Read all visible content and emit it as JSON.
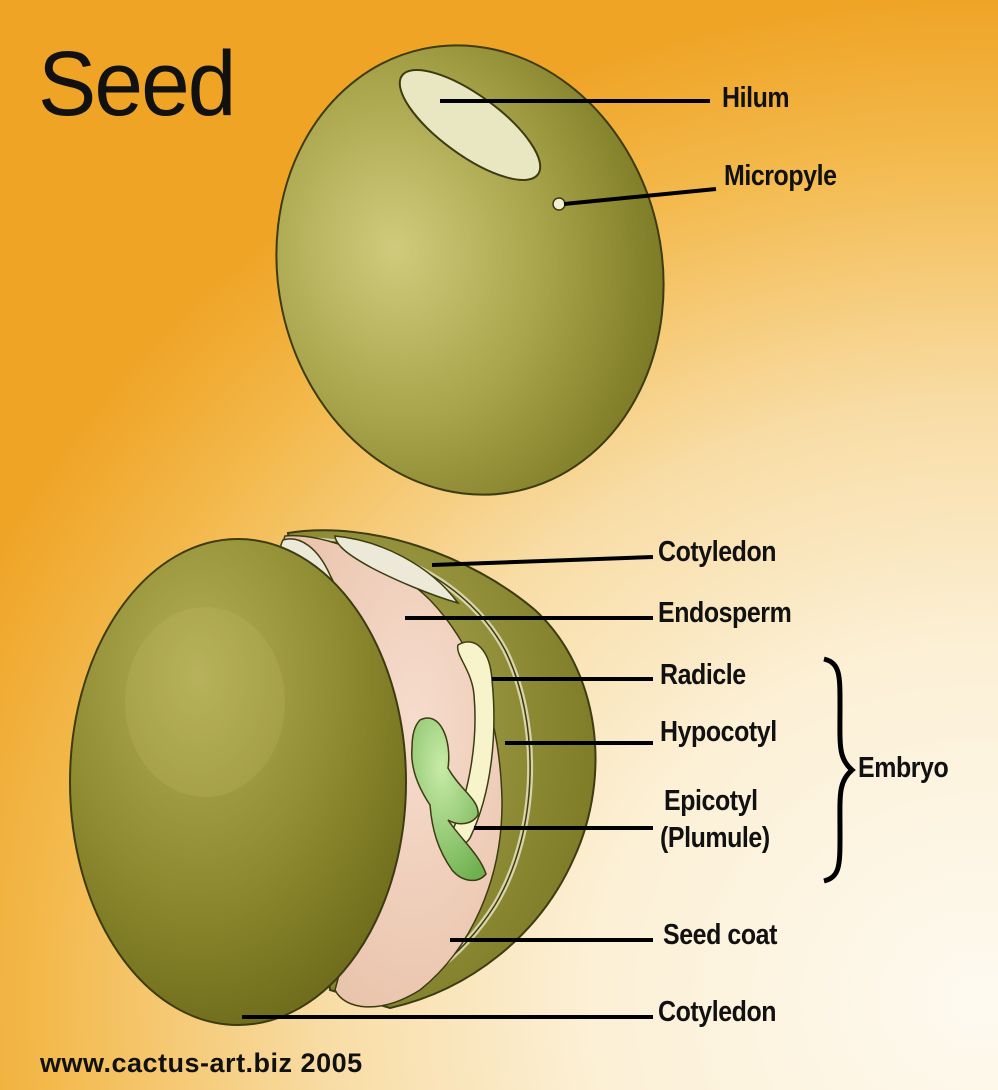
{
  "title": "Seed",
  "credit": "www.cactus-art.biz 2005",
  "labels": {
    "hilum": "Hilum",
    "micropyle": "Micropyle",
    "cotyledon_top": "Cotyledon",
    "endosperm": "Endosperm",
    "radicle": "Radicle",
    "hypocotyl": "Hypocotyl",
    "epicotyl": "Epicotyl",
    "plumule": "(Plumule)",
    "embryo": "Embryo",
    "seed_coat": "Seed coat",
    "cotyledon_bottom": "Cotyledon"
  },
  "colors": {
    "seed_coat": "#8a8a2c",
    "seed_highlight": "#c8c574",
    "endosperm": "#f0d0bc",
    "embryo_green": "#8cc870",
    "hilum": "#e9e6c2"
  }
}
